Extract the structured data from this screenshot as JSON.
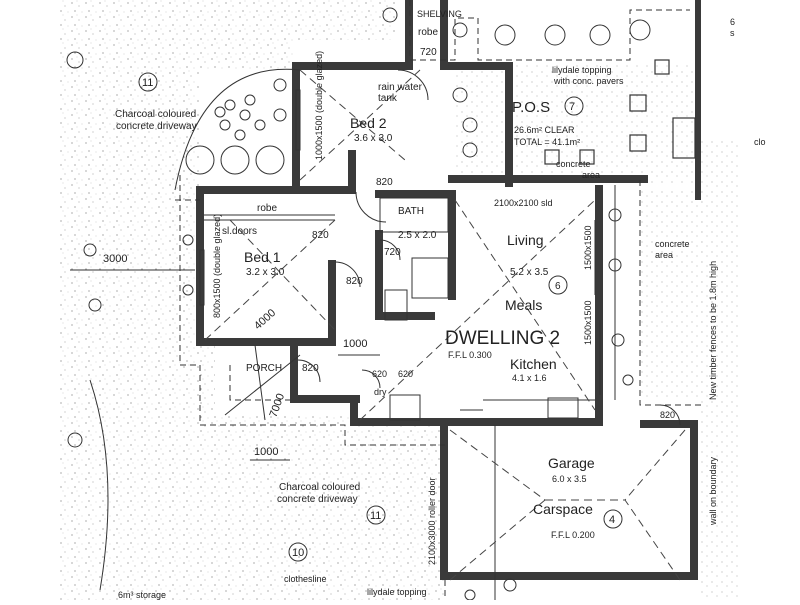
{
  "rooms": {
    "shelving": "SHELVING",
    "robe_top": "robe",
    "bed2": {
      "name": "Bed 2",
      "size": "3.6 x 3.0"
    },
    "bed2_window": "1000x1500 (double glazed)",
    "rain_tank": "rain water tank",
    "robe": "robe",
    "sl_doors": "sl.doors",
    "bed1": {
      "name": "Bed 1",
      "size": "3.2 x 3.0"
    },
    "bed1_window": "800x1500 (double glazed)",
    "bath": {
      "name": "BATH",
      "size": "2.5 x 2.0"
    },
    "living": "Living",
    "living_size": "5.2 x 3.5",
    "meals": "Meals",
    "dwelling": "DWELLING 2",
    "ffl_dwelling": "F.F.L 0.300",
    "kitchen": {
      "name": "Kitchen",
      "size": "4.1 x 1.6"
    },
    "porch": "PORCH",
    "dry": "dry",
    "garage": {
      "name": "Garage",
      "size": "6.0 x 3.5"
    },
    "carspace": "Carspace",
    "ffl_garage": "F.F.L 0.200",
    "roller_door": "2100x3000 roller door",
    "sliding_door": "2100x2100 sld",
    "living_window1": "1500x1500",
    "living_window2": "1500x1500"
  },
  "pos": {
    "title": "P.O.S",
    "num": "7",
    "area": "26.6m² CLEAR",
    "total": "TOTAL = 41.1m²",
    "lilydale": "lilydale topping with conc. pavers"
  },
  "site": {
    "driveway_top": "Charcoal coloured concrete driveway",
    "driveway_bottom": "Charcoal coloured concrete driveway",
    "circle11a": "11",
    "circle11b": "11",
    "circle10": "10",
    "circle6": "6",
    "circle4": "4",
    "concrete_area_top": "concrete area",
    "concrete_area_right": "concrete area",
    "clothesline": "clothesline",
    "storage": "6m³ storage",
    "lilydale_bottom": "lilydale topping",
    "fence_note": "New timber fences to be 1.8m high",
    "boundary": "wall on boundary",
    "top_right_frag": "6",
    "top_right_frag2": "s",
    "clo_frag": "clo"
  },
  "dims": {
    "d3000": "3000",
    "d4000": "4000",
    "d7000": "7000",
    "d1000a": "1000",
    "d1000b": "1000",
    "d720a": "720",
    "d720b": "720",
    "d820a": "820",
    "d820b": "820",
    "d820c": "820",
    "d820d": "820",
    "d820e": "820",
    "d620a": "620",
    "d620b": "620"
  }
}
